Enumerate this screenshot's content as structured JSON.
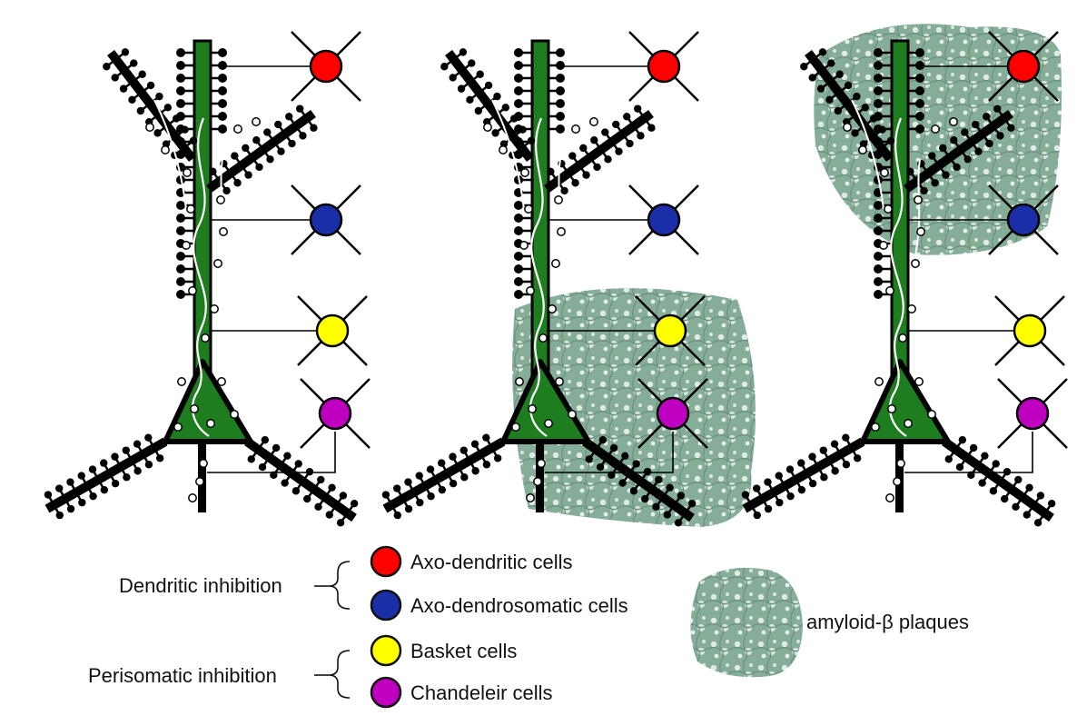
{
  "colors": {
    "axo_dendritic": "#ff0000",
    "axo_dendrosomatic": "#1a2ea8",
    "basket": "#ffff00",
    "chandelier": "#c000c0",
    "neuron_green": "#1e7d1e",
    "plaque": "#6f9f86"
  },
  "panels": [
    {
      "plaques": "none"
    },
    {
      "plaques": "perisomatic"
    },
    {
      "plaques": "dendritic"
    }
  ],
  "legend": {
    "groups": [
      {
        "label": "Dendritic inhibition",
        "items": [
          {
            "label": "Axo-dendritic cells",
            "color_key": "axo_dendritic"
          },
          {
            "label": "Axo-dendrosomatic cells",
            "color_key": "axo_dendrosomatic"
          }
        ]
      },
      {
        "label": "Perisomatic inhibition",
        "items": [
          {
            "label": "Basket cells",
            "color_key": "basket"
          },
          {
            "label": "Chandeleir cells",
            "color_key": "chandelier"
          }
        ]
      }
    ],
    "plaque_label": "amyloid-β plaques"
  }
}
